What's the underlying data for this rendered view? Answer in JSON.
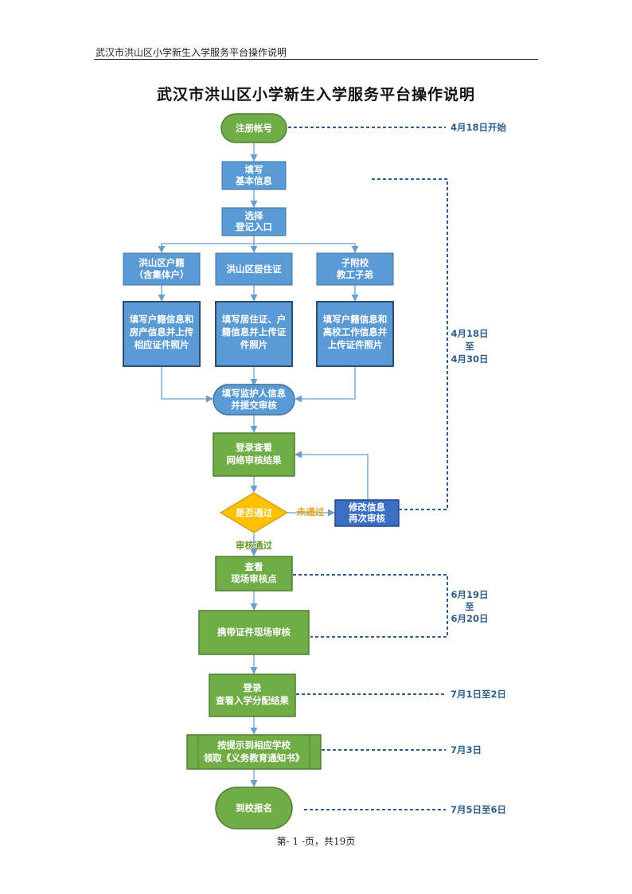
{
  "header": {
    "text": "武汉市洪山区小学新生入学服务平台操作说明"
  },
  "title": "武汉市洪山区小学新生入学服务平台操作说明",
  "footer": {
    "text": "第- 1 -页，共19页"
  },
  "colors": {
    "blue_box": "#5b9bd5",
    "green_box": "#70ad47",
    "dark_blue_box": "#3a6fc4",
    "diamond": "#ffc000",
    "connector": "#6a9ec7",
    "dashed": "#2e5f8f",
    "date_text": "#2f5d8a"
  },
  "flow": {
    "register": [
      "注册帐号"
    ],
    "fill_basic": [
      "填写",
      "基本信息"
    ],
    "choose_entry": [
      "选择",
      "登记入口"
    ],
    "entry_hukou": [
      "洪山区户籍",
      "（含集体户）"
    ],
    "entry_residence": [
      "洪山区居住证"
    ],
    "entry_affiliated": [
      "子附校",
      "教工子弟"
    ],
    "fill_hukou": [
      "填写户籍信息和",
      "房产信息并上传",
      "相应证件照片"
    ],
    "fill_residence": [
      "填写居住证、户",
      "籍信息并上传证",
      "件照片"
    ],
    "fill_affiliated": [
      "填写户籍信息和",
      "高校工作信息并",
      "上传证件照片"
    ],
    "fill_guardian": [
      "填写监护人信息",
      "并提交审核"
    ],
    "check_result": [
      "登录查看",
      "网络审核结果"
    ],
    "decision": [
      "是否通过"
    ],
    "modify": [
      "修改信息",
      "再次审核"
    ],
    "view_site": [
      "查看",
      "现场审核点"
    ],
    "site_review": [
      "携带证件现场审核"
    ],
    "view_assignment": [
      "登录",
      "查看入学分配结果"
    ],
    "get_notice": [
      "按提示到相应学校",
      "领取《义务教育通知书》"
    ],
    "report": [
      "到校报名"
    ]
  },
  "edge_labels": {
    "not_passed": "未通过",
    "passed": "审核通过"
  },
  "dates": {
    "start": [
      "4月18日开始"
    ],
    "registration_window": [
      "4月18日",
      "至",
      "4月30日"
    ],
    "site_review_window": [
      "6月19日",
      "至",
      "6月20日"
    ],
    "assignment": [
      "7月1日至2日"
    ],
    "notice": [
      "7月3日"
    ],
    "report": [
      "7月5日至6日"
    ]
  }
}
